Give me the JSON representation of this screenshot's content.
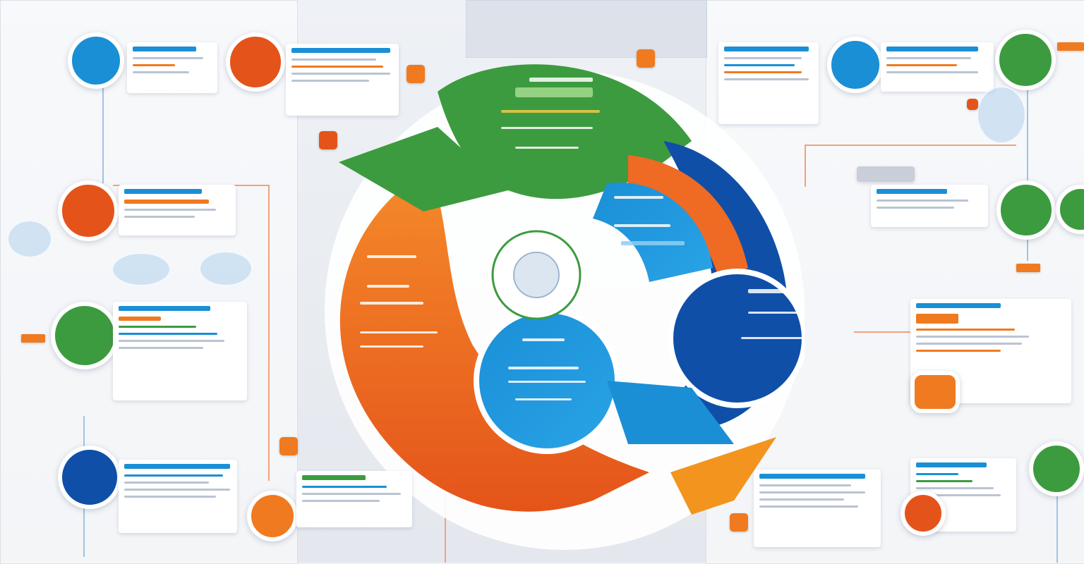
{
  "colors": {
    "orange": "#f07a1f",
    "orange_dark": "#e4541a",
    "green": "#3c9b3f",
    "blue_light": "#1a8fd6",
    "blue_dark": "#0f4fa8",
    "card": "#ffffff",
    "line": "#b9c4d3"
  },
  "diagram": {
    "center_icon": "cycle-hub-icon",
    "segments": [
      {
        "name": "green-segment",
        "color": "#3c9b3f"
      },
      {
        "name": "orange-segment",
        "color": "#f07a1f"
      },
      {
        "name": "blue-dark-segment",
        "color": "#0f4fa8"
      },
      {
        "name": "blue-light-segment",
        "color": "#1a8fd6"
      }
    ]
  }
}
